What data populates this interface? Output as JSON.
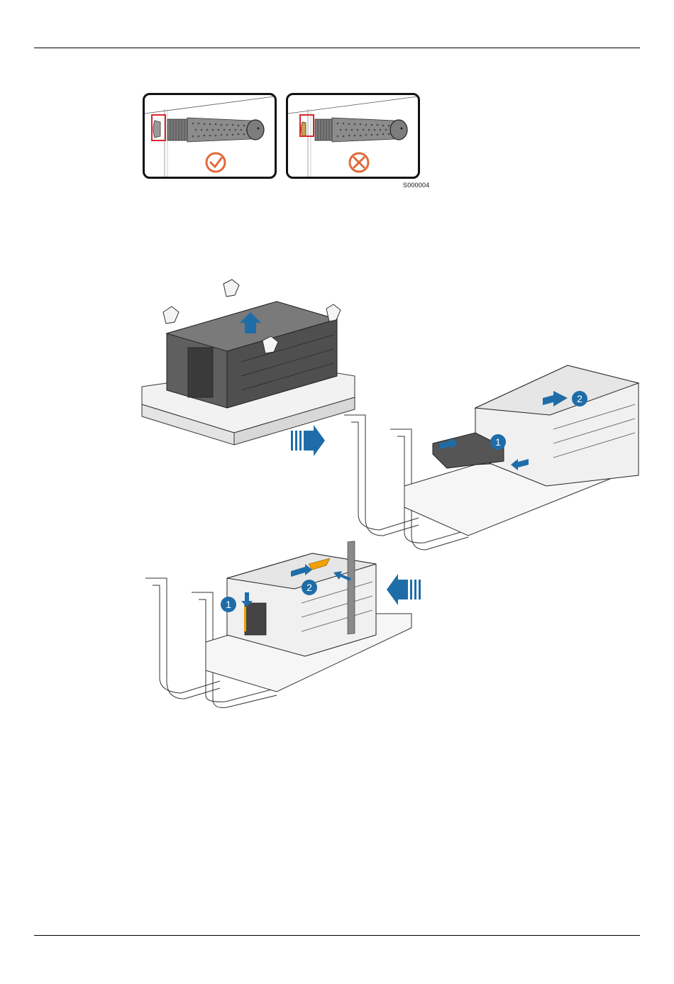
{
  "figure_top": {
    "code": "S000004",
    "panels": [
      {
        "name": "correct",
        "mark_color": "#e06a3a",
        "icon": "check-circle-icon"
      },
      {
        "name": "incorrect",
        "mark_color": "#e06a3a",
        "icon": "cross-circle-icon"
      }
    ]
  },
  "figure_bottom": {
    "steps_row1": [
      "1",
      "2"
    ],
    "steps_row2": [
      "1",
      "2"
    ],
    "arrow_color": "#1f6da8",
    "accent_color": "#f0a000"
  }
}
